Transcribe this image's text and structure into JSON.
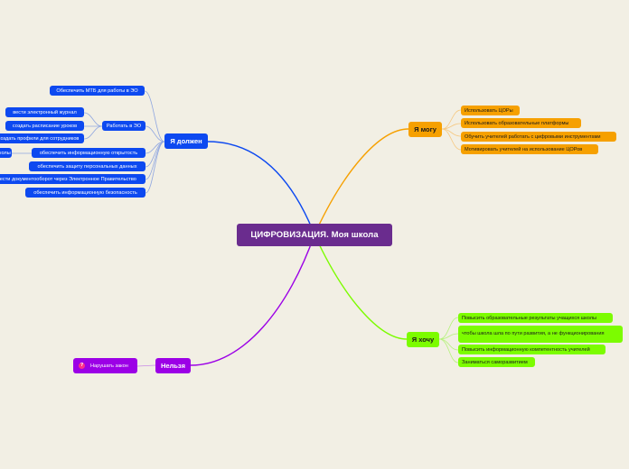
{
  "center": "ЦИФРОВИЗАЦИЯ. Моя школа",
  "branches": {
    "must": {
      "title": "Я должен",
      "items": [
        "Обеспечить МТБ для работы в ЭО",
        "Работать в ЭО",
        "обеспечить информационную открытость",
        "обеспечить защиту персональных данных",
        "Вести документооборот через Электронное Правительство",
        "обеспечить информационную безопасность"
      ],
      "eo_children": [
        "вести электронный журнал",
        "создать расписание уроков",
        "создать профили для сотрудников"
      ],
      "openness_children": [
        "сайт школы"
      ]
    },
    "can": {
      "title": "Я могу",
      "items": [
        "Использовать ЦОРы",
        "Использовать образовательные платформы",
        "Обучить учителей работать с цифровыми инструментами",
        "Мотивировать учителей на  использование ЦОРов"
      ]
    },
    "want": {
      "title": "Я хочу",
      "items": [
        "Повысить образовательные результаты учащихся школы",
        "чтобы школа шла по пути развития, а не функционирования",
        "Повысить информационную компетентность учителей",
        "Заниматься саморазвитием"
      ]
    },
    "forbidden": {
      "title": "Нельзя",
      "items": [
        "Нарушать закон"
      ],
      "icon": "question-icon"
    }
  },
  "colors": {
    "background": "#f2efe4",
    "center": "#6a2c8e",
    "blue": "#0d49f0",
    "orange": "#f6a000",
    "green": "#7cfc00",
    "purple": "#9c00e6"
  }
}
